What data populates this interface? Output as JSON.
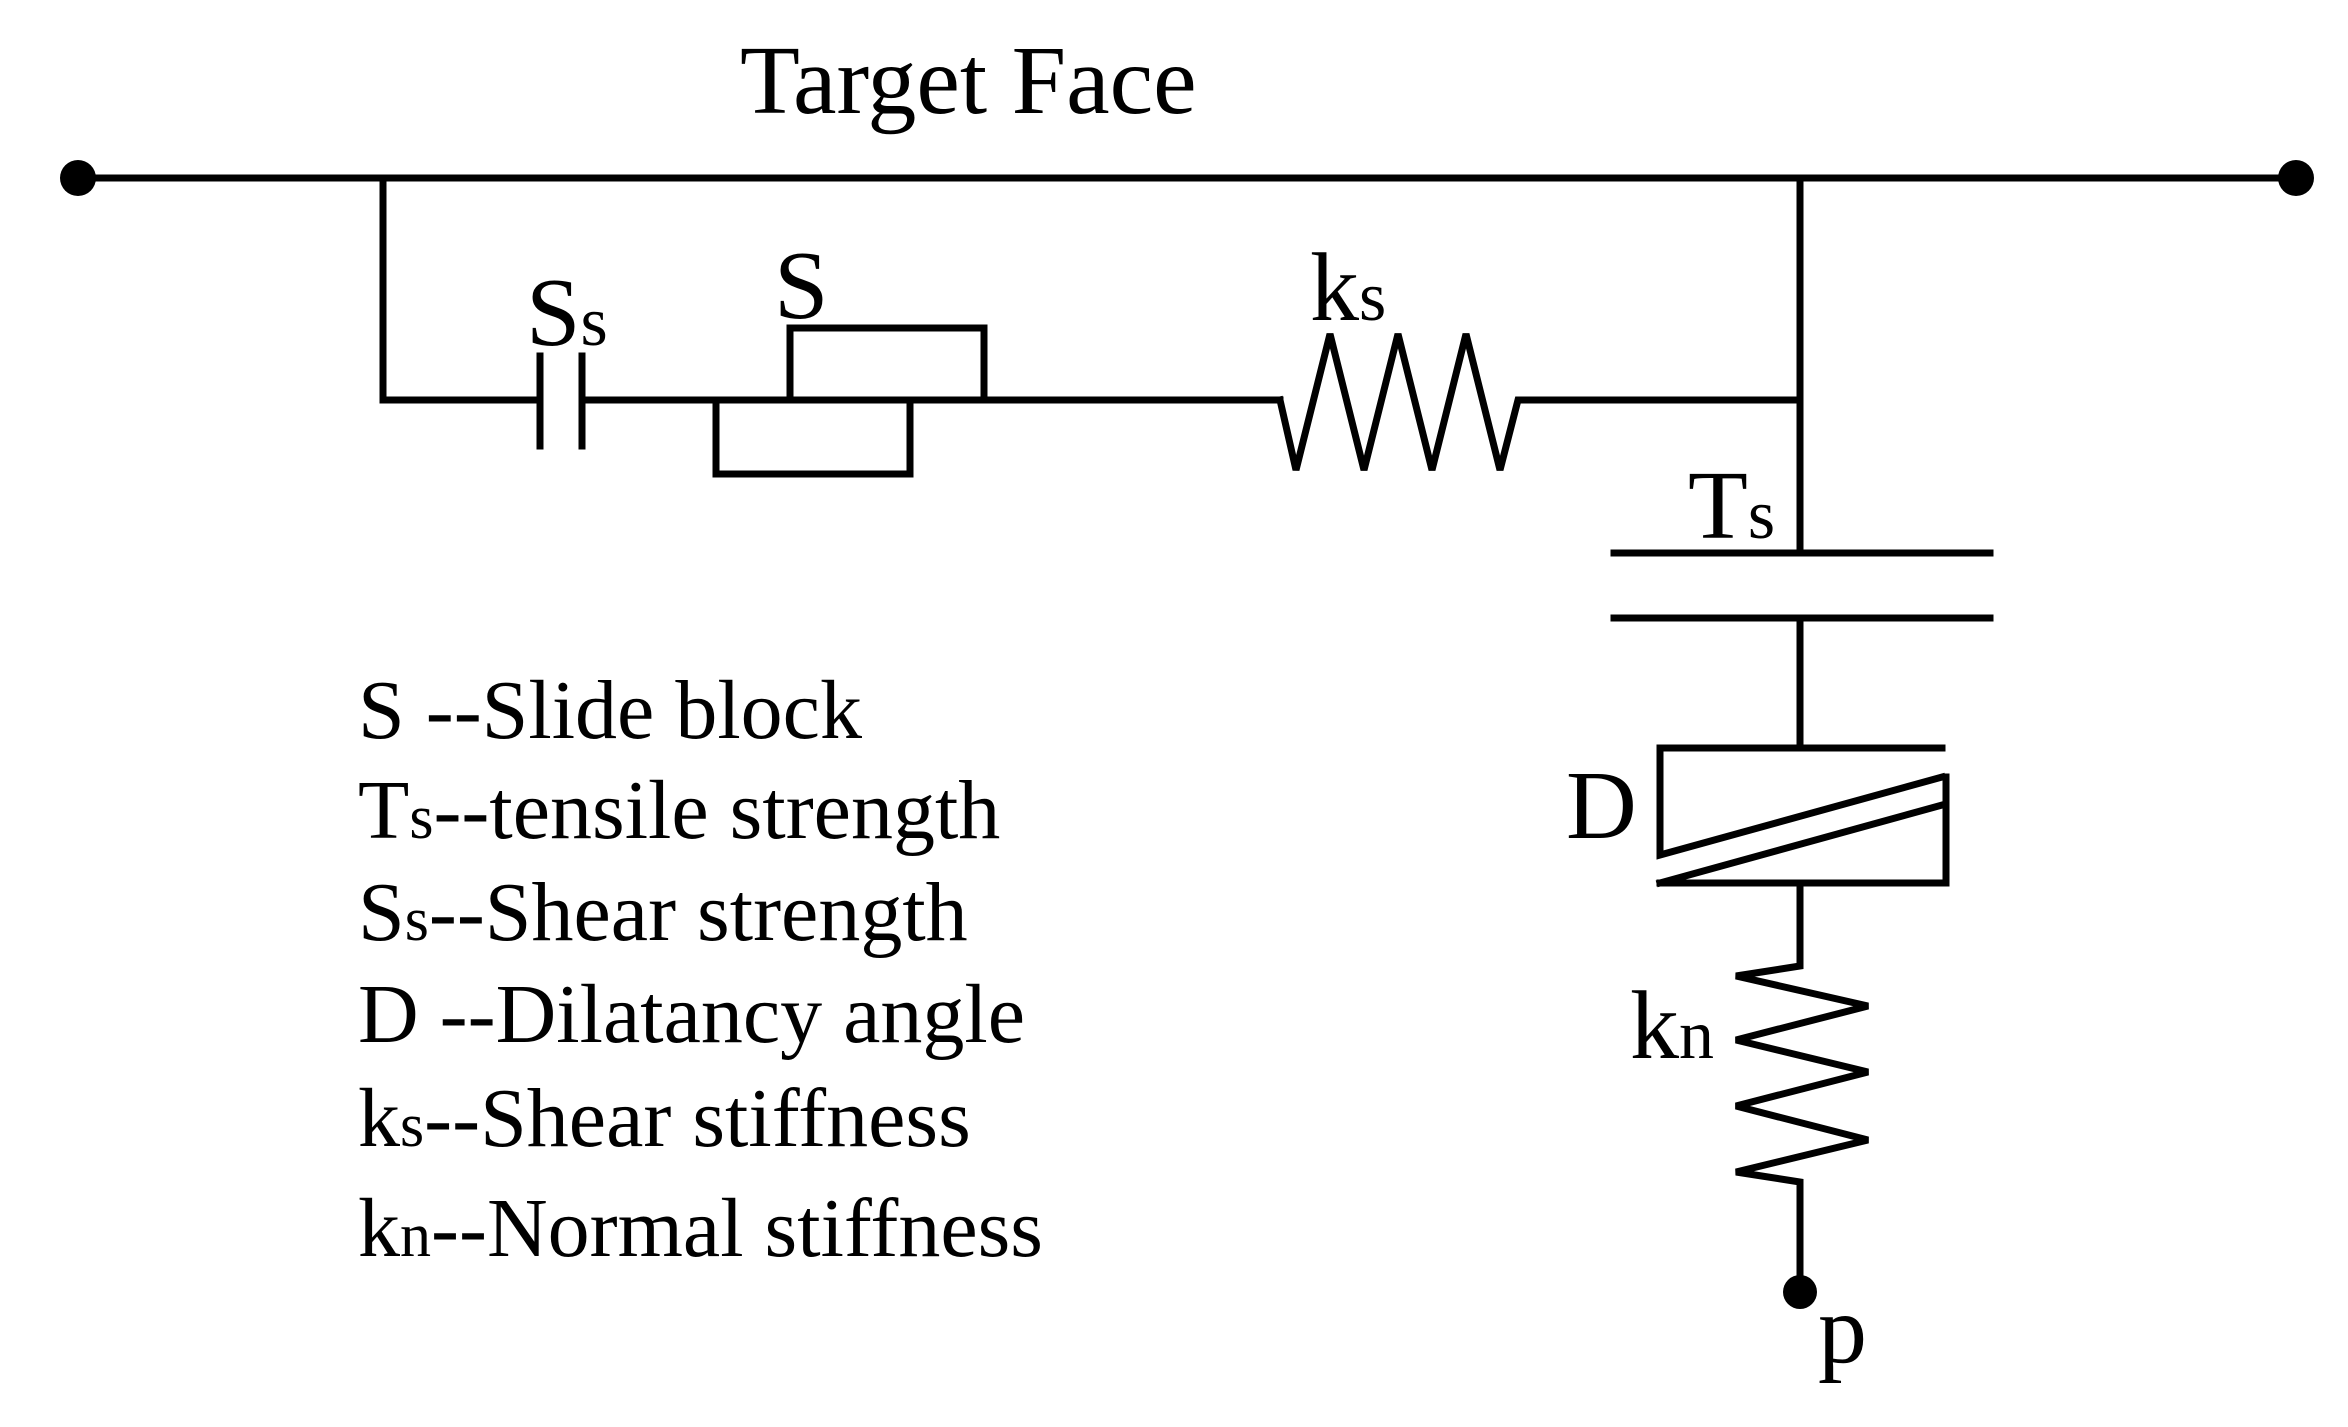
{
  "diagram": {
    "title": "Target Face",
    "labels": {
      "shear_strength": {
        "main": "S",
        "sub": "s"
      },
      "slide_block": "S",
      "shear_stiffness": {
        "main": "k",
        "sub": "s"
      },
      "tensile_strength": {
        "main": "T",
        "sub": "s"
      },
      "dilatancy": "D",
      "normal_stiffness": {
        "main": "k",
        "sub": "n"
      },
      "point": "p"
    },
    "legend": [
      {
        "symbol": "S",
        "sub": "",
        "text": " --Slide block"
      },
      {
        "symbol": "T",
        "sub": "s",
        "text": "--tensile strength"
      },
      {
        "symbol": "S",
        "sub": "s",
        "text": "--Shear strength"
      },
      {
        "symbol": "D",
        "sub": "",
        "text": " --Dilatancy angle"
      },
      {
        "symbol": "k",
        "sub": "s",
        "text": "--Shear stiffness"
      },
      {
        "symbol": "k",
        "sub": "n",
        "text": "--Normal stiffness"
      }
    ]
  }
}
